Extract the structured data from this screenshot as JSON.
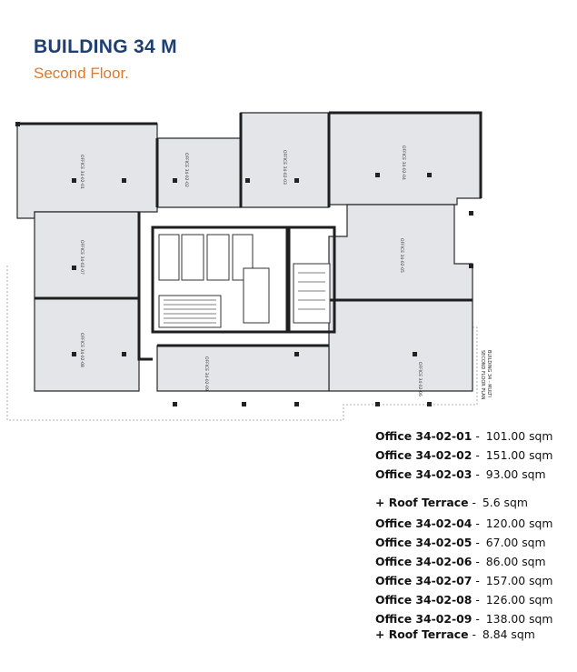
{
  "header": {
    "title": "BUILDING 34 M",
    "subtitle": "Second Floor."
  },
  "colors": {
    "title": "#1f3f73",
    "subtitle": "#e0782b",
    "room_fill": "#e3e5e8",
    "wall": "#2a2a2a"
  },
  "plan": {
    "side_label_1": "BUILDING 34 - MULTI",
    "side_label_2": "SECOND FLOOR PLAN",
    "room_tags": [
      "OFFICE 34-02-01",
      "OFFICE 34-02-02",
      "OFFICE 34-02-03",
      "OFFICE 34-02-04",
      "OFFICE 34-02-05",
      "OFFICE 34-02-06",
      "OFFICE 34-02-07",
      "OFFICE 34-02-08",
      "OFFICE 34-02-09"
    ]
  },
  "areas": [
    {
      "name": "Office 34-02-01",
      "sep": " - ",
      "value": "101.00 sqm"
    },
    {
      "name": "Office 34-02-02",
      "sep": " - ",
      "value": "151.00 sqm"
    },
    {
      "name": "Office 34-02-03",
      "sep": " - ",
      "value": "93.00 sqm"
    },
    {
      "name": "+  Roof Terrace",
      "sep": "    - ",
      "value": "5.6 sqm"
    },
    {
      "name": "Office 34-02-04",
      "sep": " - ",
      "value": "120.00 sqm"
    },
    {
      "name": "Office 34-02-05",
      "sep": " - ",
      "value": "67.00 sqm"
    },
    {
      "name": "Office 34-02-06",
      "sep": " - ",
      "value": "86.00 sqm"
    },
    {
      "name": "Office 34-02-07",
      "sep": " - ",
      "value": "157.00 sqm"
    },
    {
      "name": "Office 34-02-08",
      "sep": " - ",
      "value": "126.00 sqm"
    },
    {
      "name": "Office 34-02-09",
      "sep": " - ",
      "value": "138.00 sqm"
    },
    {
      "name": "+  Roof Terrace",
      "sep": "    - ",
      "value": "8.84 sqm"
    }
  ]
}
